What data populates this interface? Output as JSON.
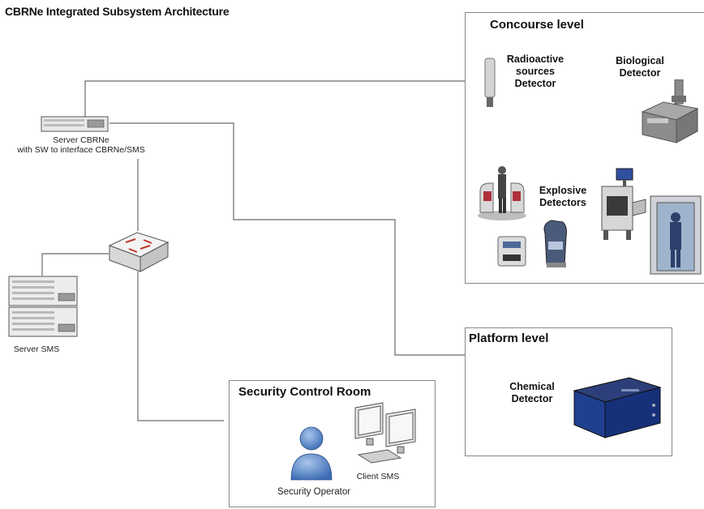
{
  "title": "CBRNe Integrated Subsystem Architecture",
  "server_cbrne": {
    "line1": "Server CBRNe",
    "line2": "with SW to interface CBRNe/SMS"
  },
  "server_sms": {
    "label": "Server SMS"
  },
  "concourse": {
    "title": "Concourse level",
    "radioactive": {
      "line1": "Radioactive",
      "line2": "sources",
      "line3": "Detector"
    },
    "biological": {
      "line1": "Biological",
      "line2": "Detector"
    },
    "explosive": {
      "line1": "Explosive",
      "line2": "Detectors"
    }
  },
  "platform": {
    "title": "Platform level",
    "chemical": {
      "line1": "Chemical",
      "line2": "Detector"
    }
  },
  "control_room": {
    "title": "Security Control Room",
    "operator": "Security Operator",
    "client": "Client SMS"
  },
  "colors": {
    "line": "#6a6a6a",
    "box_border": "#888888",
    "chemical_box": "#1f3f8f",
    "operator": "#4d7fc6"
  }
}
